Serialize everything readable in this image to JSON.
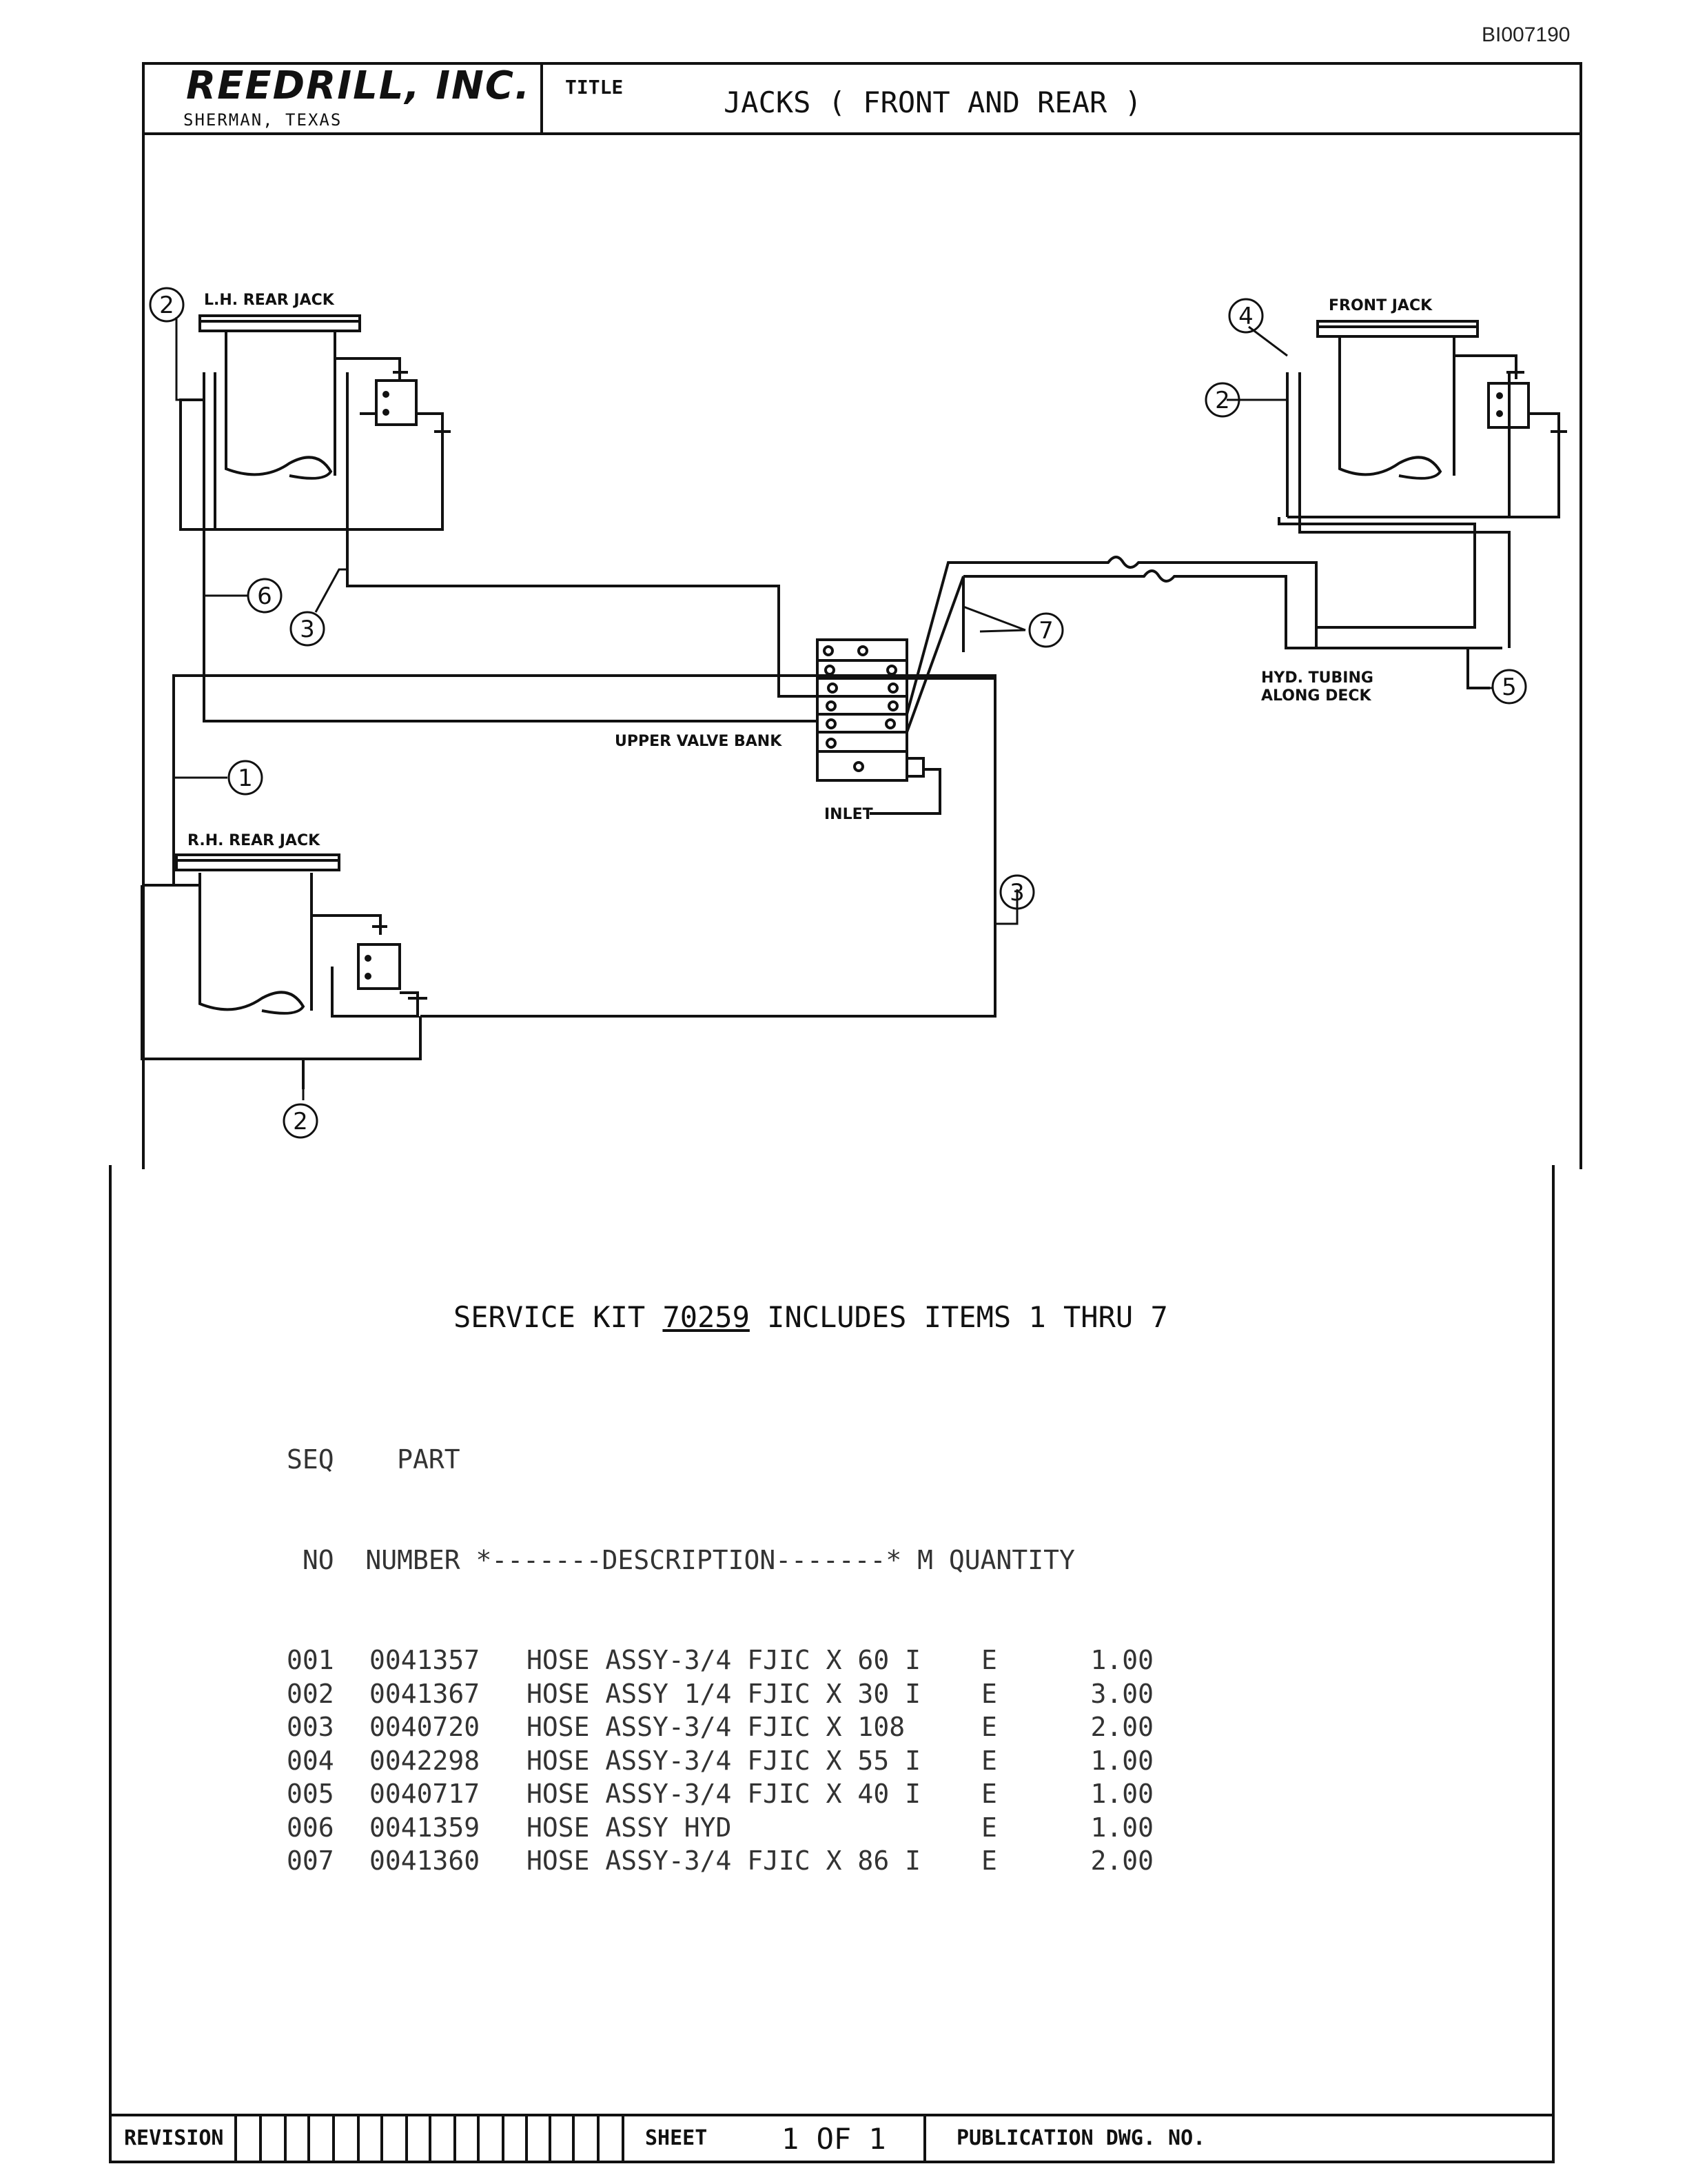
{
  "document_id": "BI007190",
  "title_block": {
    "company": "REEDRILL, INC.",
    "location": "SHERMAN, TEXAS",
    "title_label": "TITLE",
    "title": "JACKS ( FRONT AND REAR )"
  },
  "diagram": {
    "labels": {
      "lh_rear_jack": "L.H. REAR JACK",
      "front_jack": "FRONT JACK",
      "rh_rear_jack": "R.H. REAR JACK",
      "upper_valve_bank": "UPPER VALVE BANK",
      "inlet": "INLET",
      "hyd_tubing_line1": "HYD. TUBING",
      "hyd_tubing_line2": "ALONG DECK"
    },
    "callouts": [
      "2",
      "6",
      "3",
      "4",
      "2",
      "7",
      "5",
      "1",
      "3",
      "2"
    ]
  },
  "service_kit": {
    "prefix": "SERVICE KIT ",
    "number": "70259",
    "suffix": " INCLUDES ITEMS 1 THRU 7"
  },
  "parts_table": {
    "header_line1": "SEQ    PART",
    "header_line2": " NO  NUMBER *-------DESCRIPTION-------* M QUANTITY",
    "rows": [
      {
        "seq": "001",
        "part": "0041357",
        "desc": "HOSE ASSY-3/4 FJIC X 60 I",
        "m": "E",
        "qty": "1.00"
      },
      {
        "seq": "002",
        "part": "0041367",
        "desc": "HOSE ASSY 1/4 FJIC X 30 I",
        "m": "E",
        "qty": "3.00"
      },
      {
        "seq": "003",
        "part": "0040720",
        "desc": "HOSE ASSY-3/4 FJIC X 108",
        "m": "E",
        "qty": "2.00"
      },
      {
        "seq": "004",
        "part": "0042298",
        "desc": "HOSE ASSY-3/4 FJIC X 55 I",
        "m": "E",
        "qty": "1.00"
      },
      {
        "seq": "005",
        "part": "0040717",
        "desc": "HOSE ASSY-3/4 FJIC X 40 I",
        "m": "E",
        "qty": "1.00"
      },
      {
        "seq": "006",
        "part": "0041359",
        "desc": "HOSE ASSY HYD",
        "m": "E",
        "qty": "1.00"
      },
      {
        "seq": "007",
        "part": "0041360",
        "desc": "HOSE ASSY-3/4 FJIC X 86 I",
        "m": "E",
        "qty": "2.00"
      }
    ]
  },
  "footer": {
    "revision_label": "REVISION",
    "sheet_label": "SHEET",
    "sheet_value": "1 OF 1",
    "publication_label": "PUBLICATION DWG. NO."
  }
}
